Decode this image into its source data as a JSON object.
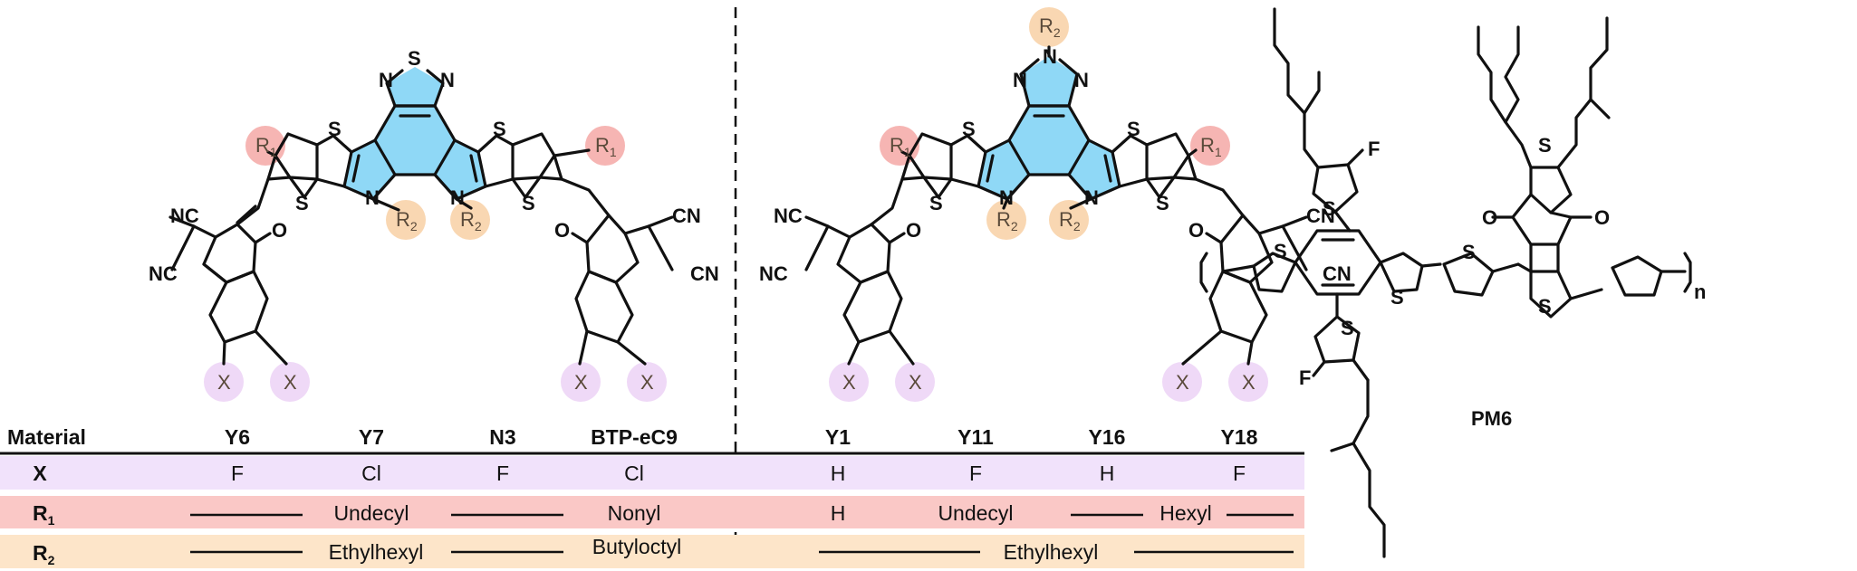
{
  "colors": {
    "core_blue": "#8fd8f6",
    "x_purple": "#efd9f7",
    "r1_red": "#f6b5b3",
    "r2_orange": "#f9d7b2",
    "row_x_bg": "#f1e2fb",
    "row_r1_bg": "#fac8c6",
    "row_r2_bg": "#fde5c9"
  },
  "molecules": {
    "left": {
      "atoms": {
        "s_top": "S",
        "n_top_left": "N",
        "n_top_right": "N",
        "s_a": "S",
        "s_b": "S",
        "s_c": "S",
        "s_d": "S",
        "n_a": "N",
        "n_b": "N",
        "cn1": "NC",
        "cn2": "NC",
        "cn3": "CN",
        "cn4": "CN",
        "o1": "O",
        "o2": "O"
      },
      "r1": "R",
      "r1_sub": "1",
      "r2": "R",
      "r2_sub": "2",
      "x": "X"
    },
    "right": {
      "atoms": {
        "n_top": "N",
        "n_top_left": "N",
        "n_top_right": "N",
        "s_a": "S",
        "s_b": "S",
        "s_c": "S",
        "s_d": "S",
        "n_a": "N",
        "n_b": "N",
        "cn1": "NC",
        "cn2": "NC",
        "cn3": "CN",
        "cn4": "CN",
        "o1": "O",
        "o2": "O"
      },
      "r1": "R",
      "r1_sub": "1",
      "r2": "R",
      "r2_sub": "2",
      "x": "X"
    },
    "pm6": {
      "name": "PM6",
      "atoms": {
        "f1": "F",
        "f2": "F",
        "o1": "O",
        "o2": "O",
        "n": "n",
        "s1": "S",
        "s2": "S",
        "s3": "S",
        "s4": "S",
        "s5": "S",
        "s6": "S",
        "s7": "S"
      }
    }
  },
  "table": {
    "header": {
      "label": "Material",
      "cols": [
        "Y6",
        "Y7",
        "N3",
        "BTP-eC9",
        "Y1",
        "Y11",
        "Y16",
        "Y18"
      ]
    },
    "rows": [
      {
        "label": "X",
        "sub": "",
        "cells": [
          "F",
          "Cl",
          "F",
          "Cl",
          "H",
          "F",
          "H",
          "F"
        ]
      },
      {
        "label": "R",
        "sub": "1",
        "cells": [
          "Undecyl",
          "Nonyl",
          "H",
          "Undecyl",
          "Hexyl"
        ]
      },
      {
        "label": "R",
        "sub": "2",
        "cells": [
          "Ethylhexyl",
          "Butyloctyl",
          "Ethylhexyl"
        ]
      }
    ]
  }
}
